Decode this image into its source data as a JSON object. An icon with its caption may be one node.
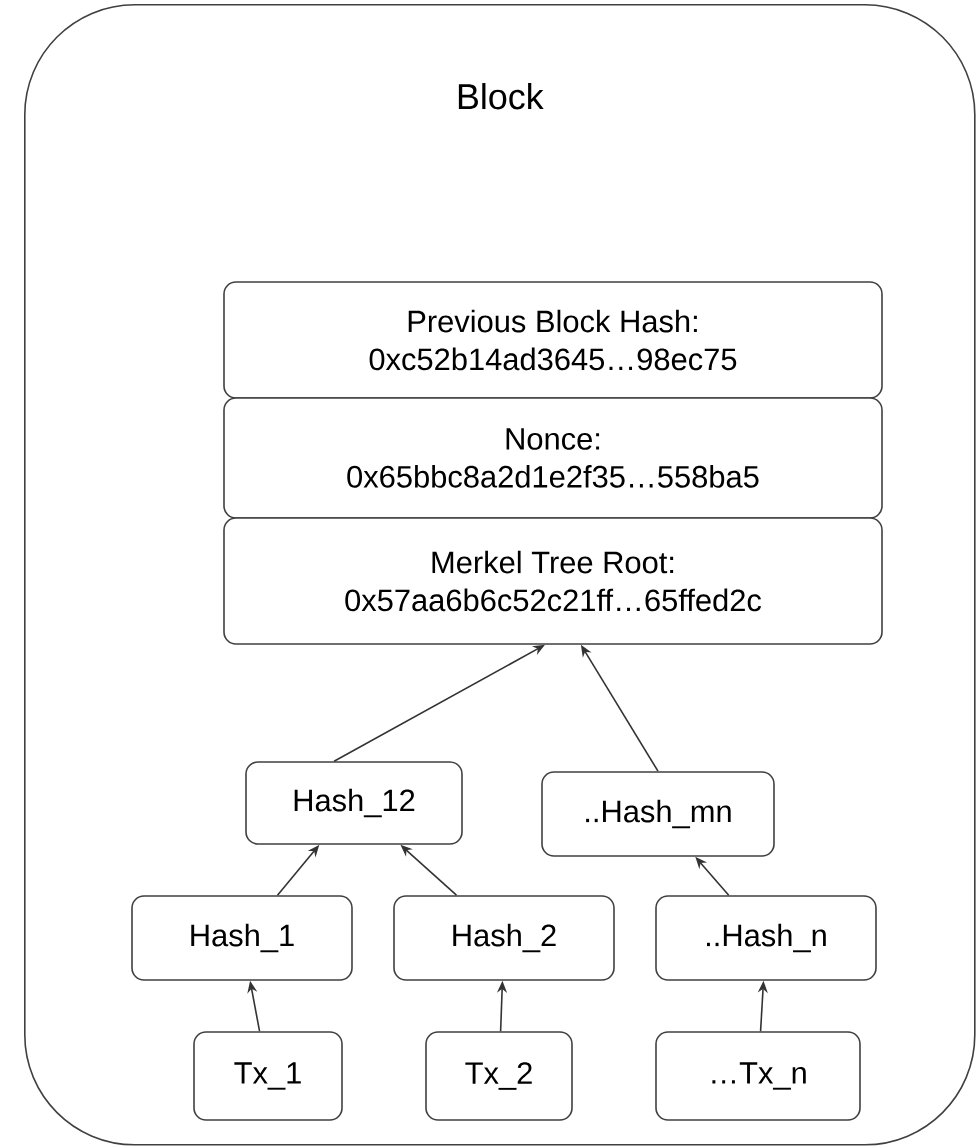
{
  "diagram": {
    "nodes": [
      {
        "text": [
          "Block"
        ]
      },
      {
        "text": [
          "Previous Block Hash:",
          "0xc52b14ad3645…98ec75"
        ],
        "in": 0
      },
      {
        "text": [
          "Nonce:",
          "0x65bbc8a2d1e2f35…558ba5"
        ],
        "in": 0
      },
      {
        "text": [
          "Merkel Tree Root:",
          "0x57aa6b6c52c21ff…65ffed2c"
        ],
        "in": 0
      },
      {
        "text": [
          "Hash_12"
        ],
        "in": 0
      },
      {
        "text": [
          "..Hash_mn"
        ],
        "in": 0
      },
      {
        "text": [
          "Hash_1"
        ],
        "in": 0
      },
      {
        "text": [
          "Hash_2"
        ],
        "in": 0
      },
      {
        "text": [
          "..Hash_n"
        ],
        "in": 0
      },
      {
        "text": [
          "Tx_1"
        ],
        "in": 0
      },
      {
        "text": [
          "Tx_2"
        ],
        "in": 0
      },
      {
        "text": [
          "…Tx_n"
        ],
        "in": 0
      }
    ],
    "edges": [
      {
        "from": 9,
        "to": 6,
        "arrow": "to"
      },
      {
        "from": 10,
        "to": 7,
        "arrow": "to"
      },
      {
        "from": 11,
        "to": 8,
        "arrow": "to"
      },
      {
        "from": 6,
        "to": 4,
        "arrow": "to"
      },
      {
        "from": 7,
        "to": 4,
        "arrow": "to"
      },
      {
        "from": 8,
        "to": 5,
        "arrow": "to"
      },
      {
        "from": 4,
        "to": 3,
        "arrow": "to"
      },
      {
        "from": 5,
        "to": 3,
        "arrow": "to"
      }
    ]
  }
}
